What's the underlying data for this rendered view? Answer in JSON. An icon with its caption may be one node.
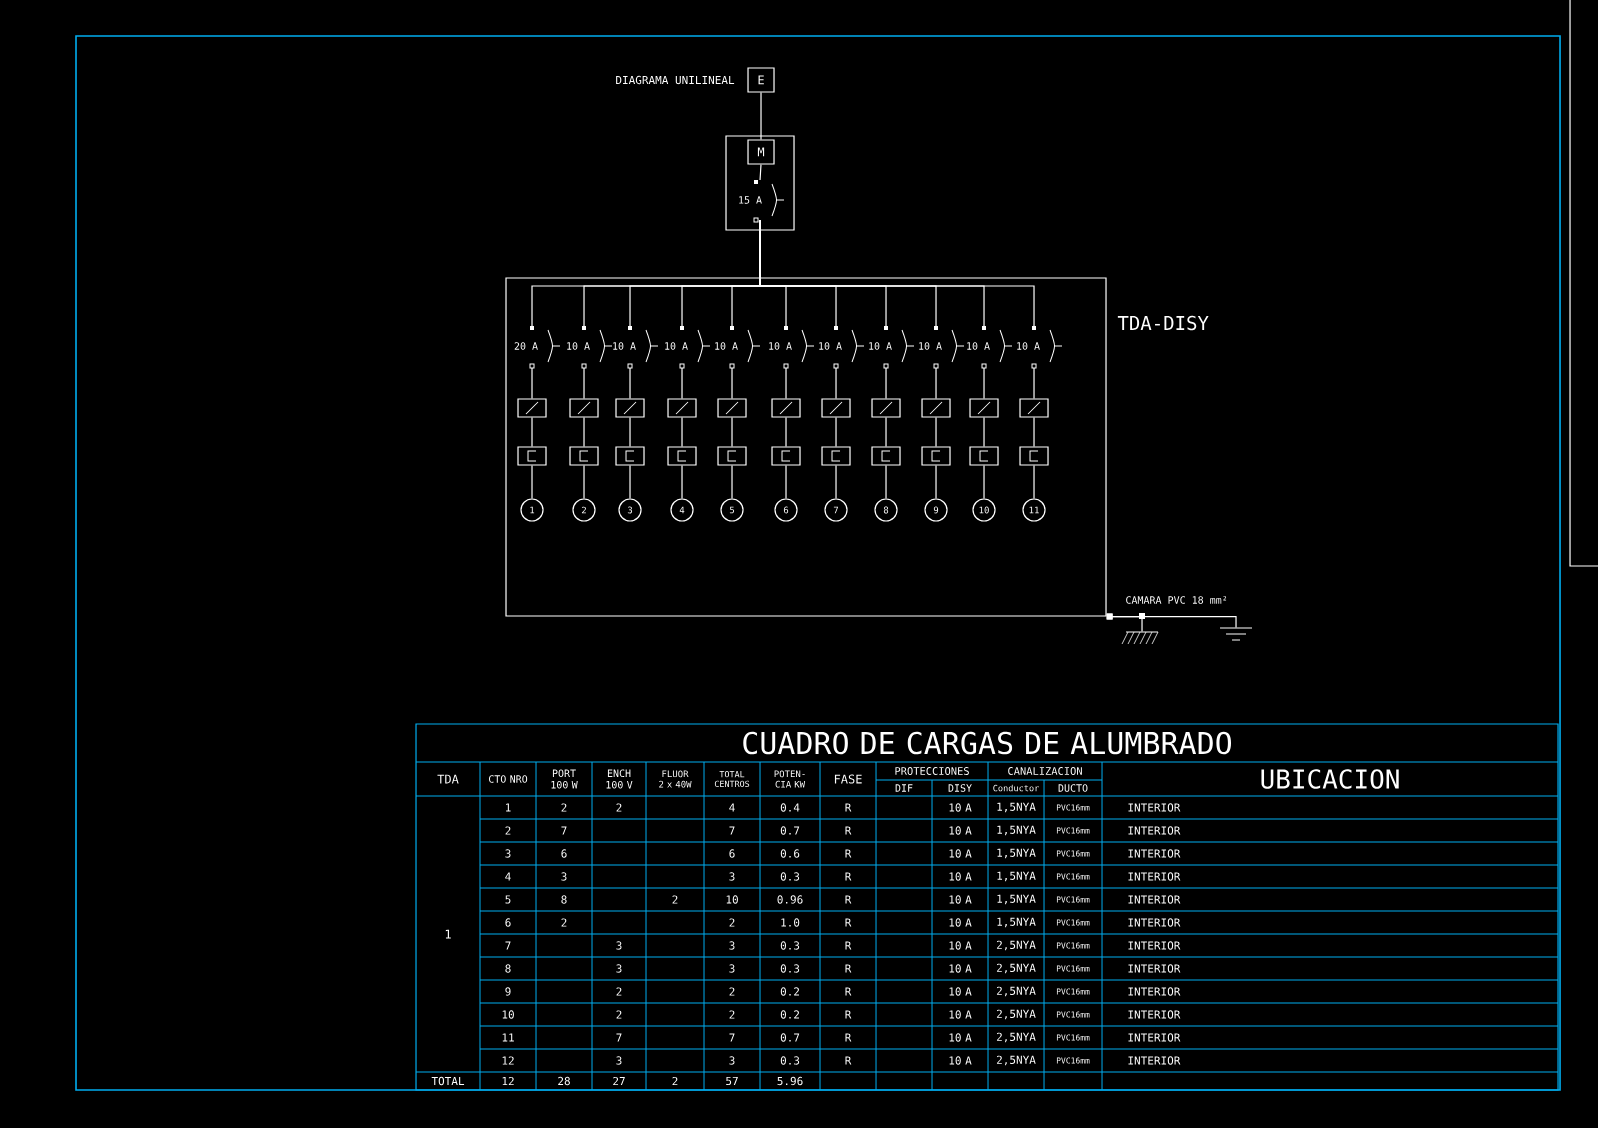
{
  "diagram": {
    "title": "DIAGRAMA UNILINEAL",
    "nodes": [
      {
        "text": [
          "E"
        ]
      },
      {
        "text": [],
        "shape": "box"
      },
      {
        "text": [
          "M"
        ],
        "in": 1
      },
      {
        "text": [
          "15 A"
        ],
        "in": 1
      },
      {
        "text": [],
        "shape": "box",
        "beside": [
          "TDA-DISY"
        ]
      },
      {
        "text": [
          "20 A"
        ],
        "in": 4
      },
      {
        "text": [],
        "shape": "box",
        "in": 4
      },
      {
        "text": [],
        "shape": "box",
        "in": 4
      },
      {
        "text": [
          "1"
        ],
        "in": 4
      },
      {
        "text": [
          "10 A"
        ],
        "in": 4
      },
      {
        "text": [],
        "shape": "box",
        "in": 4
      },
      {
        "text": [],
        "shape": "box",
        "in": 4
      },
      {
        "text": [
          "2"
        ],
        "in": 4
      },
      {
        "text": [
          "10 A"
        ],
        "in": 4
      },
      {
        "text": [],
        "shape": "box",
        "in": 4
      },
      {
        "text": [],
        "shape": "box",
        "in": 4
      },
      {
        "text": [
          "3"
        ],
        "in": 4
      },
      {
        "text": [
          "10 A"
        ],
        "in": 4
      },
      {
        "text": [],
        "shape": "box",
        "in": 4
      },
      {
        "text": [],
        "shape": "box",
        "in": 4
      },
      {
        "text": [
          "4"
        ],
        "in": 4
      },
      {
        "text": [
          "10 A"
        ],
        "in": 4
      },
      {
        "text": [],
        "shape": "box",
        "in": 4
      },
      {
        "text": [],
        "shape": "box",
        "in": 4
      },
      {
        "text": [
          "5"
        ],
        "in": 4
      },
      {
        "text": [
          "10 A"
        ],
        "in": 4
      },
      {
        "text": [],
        "shape": "box",
        "in": 4
      },
      {
        "text": [],
        "shape": "box",
        "in": 4
      },
      {
        "text": [
          "6"
        ],
        "in": 4
      },
      {
        "text": [
          "10 A"
        ],
        "in": 4
      },
      {
        "text": [],
        "shape": "box",
        "in": 4
      },
      {
        "text": [],
        "shape": "box",
        "in": 4
      },
      {
        "text": [
          "7"
        ],
        "in": 4
      },
      {
        "text": [
          "10 A"
        ],
        "in": 4
      },
      {
        "text": [],
        "shape": "box",
        "in": 4
      },
      {
        "text": [],
        "shape": "box",
        "in": 4
      },
      {
        "text": [
          "8"
        ],
        "in": 4
      },
      {
        "text": [
          "10 A"
        ],
        "in": 4
      },
      {
        "text": [],
        "shape": "box",
        "in": 4
      },
      {
        "text": [],
        "shape": "box",
        "in": 4
      },
      {
        "text": [
          "9"
        ],
        "in": 4
      },
      {
        "text": [
          "10 A"
        ],
        "in": 4
      },
      {
        "text": [],
        "shape": "box",
        "in": 4
      },
      {
        "text": [],
        "shape": "box",
        "in": 4
      },
      {
        "text": [
          "10"
        ],
        "in": 4
      },
      {
        "text": [
          "10 A"
        ],
        "in": 4
      },
      {
        "text": [],
        "shape": "box",
        "in": 4
      },
      {
        "text": [],
        "shape": "box",
        "in": 4
      },
      {
        "text": [
          "11"
        ],
        "in": 4
      },
      {
        "text": [],
        "shape": "ground"
      },
      {
        "text": [],
        "shape": "ground"
      }
    ],
    "edges": [
      {
        "from": 0,
        "to": 2,
        "arrow": "none"
      },
      {
        "from": 2,
        "to": 3,
        "arrow": "none"
      },
      {
        "from": 3,
        "to": 5,
        "arrow": "none"
      },
      {
        "from": 3,
        "to": 9,
        "arrow": "none"
      },
      {
        "from": 3,
        "to": 13,
        "arrow": "none"
      },
      {
        "from": 3,
        "to": 17,
        "arrow": "none"
      },
      {
        "from": 3,
        "to": 21,
        "arrow": "none"
      },
      {
        "from": 3,
        "to": 25,
        "arrow": "none"
      },
      {
        "from": 3,
        "to": 29,
        "arrow": "none"
      },
      {
        "from": 3,
        "to": 33,
        "arrow": "none"
      },
      {
        "from": 3,
        "to": 37,
        "arrow": "none"
      },
      {
        "from": 3,
        "to": 41,
        "arrow": "none"
      },
      {
        "from": 3,
        "to": 45,
        "arrow": "none"
      },
      {
        "from": 5,
        "to": 6,
        "arrow": "none"
      },
      {
        "from": 6,
        "to": 7,
        "arrow": "none"
      },
      {
        "from": 7,
        "to": 8,
        "arrow": "none"
      },
      {
        "from": 9,
        "to": 10,
        "arrow": "none"
      },
      {
        "from": 10,
        "to": 11,
        "arrow": "none"
      },
      {
        "from": 11,
        "to": 12,
        "arrow": "none"
      },
      {
        "from": 13,
        "to": 14,
        "arrow": "none"
      },
      {
        "from": 14,
        "to": 15,
        "arrow": "none"
      },
      {
        "from": 15,
        "to": 16,
        "arrow": "none"
      },
      {
        "from": 17,
        "to": 18,
        "arrow": "none"
      },
      {
        "from": 18,
        "to": 19,
        "arrow": "none"
      },
      {
        "from": 19,
        "to": 20,
        "arrow": "none"
      },
      {
        "from": 21,
        "to": 22,
        "arrow": "none"
      },
      {
        "from": 22,
        "to": 23,
        "arrow": "none"
      },
      {
        "from": 23,
        "to": 24,
        "arrow": "none"
      },
      {
        "from": 25,
        "to": 26,
        "arrow": "none"
      },
      {
        "from": 26,
        "to": 27,
        "arrow": "none"
      },
      {
        "from": 27,
        "to": 28,
        "arrow": "none"
      },
      {
        "from": 29,
        "to": 30,
        "arrow": "none"
      },
      {
        "from": 30,
        "to": 31,
        "arrow": "none"
      },
      {
        "from": 31,
        "to": 32,
        "arrow": "none"
      },
      {
        "from": 33,
        "to": 34,
        "arrow": "none"
      },
      {
        "from": 34,
        "to": 35,
        "arrow": "none"
      },
      {
        "from": 35,
        "to": 36,
        "arrow": "none"
      },
      {
        "from": 37,
        "to": 38,
        "arrow": "none"
      },
      {
        "from": 38,
        "to": 39,
        "arrow": "none"
      },
      {
        "from": 39,
        "to": 40,
        "arrow": "none"
      },
      {
        "from": 41,
        "to": 42,
        "arrow": "none"
      },
      {
        "from": 42,
        "to": 43,
        "arrow": "none"
      },
      {
        "from": 43,
        "to": 44,
        "arrow": "none"
      },
      {
        "from": 45,
        "to": 46,
        "arrow": "none"
      },
      {
        "from": 46,
        "to": 47,
        "arrow": "none"
      },
      {
        "from": 47,
        "to": 48,
        "arrow": "none"
      },
      {
        "from": 4,
        "to": 49,
        "arrow": "other"
      },
      {
        "from": 4,
        "to": 50,
        "arrow": "other"
      }
    ],
    "labels": [
      "CAMARA PVC 18 mm²",
      "CUADRO DE CARGAS DE ALUMBRADO",
      "TDA",
      "CTO NRO",
      "PORT 100 W",
      "ENCH 100 V",
      "FLUOR 2 x 40W",
      "TOTAL CENTROS",
      "POTEN-CIA KW",
      "FASE",
      "PROTECCIONES",
      "CANALIZACION",
      "UBICACION",
      "DIF",
      "DISY",
      "Conductor",
      "DUCTO",
      "1",
      "1",
      "2",
      "2",
      "4",
      "0.4",
      "R",
      "10 A",
      "1,5NYA",
      "PVC16mm",
      "INTERIOR",
      "2",
      "7",
      "7",
      "0.7",
      "R",
      "10 A",
      "1,5NYA",
      "PVC16mm",
      "INTERIOR",
      "3",
      "6",
      "6",
      "0.6",
      "R",
      "10 A",
      "1,5NYA",
      "PVC16mm",
      "INTERIOR",
      "4",
      "3",
      "3",
      "0.3",
      "R",
      "10 A",
      "1,5NYA",
      "PVC16mm",
      "INTERIOR",
      "5",
      "8",
      "2",
      "10",
      "0.96",
      "R",
      "10 A",
      "1,5NYA",
      "PVC16mm",
      "INTERIOR",
      "6",
      "2",
      "2",
      "1.0",
      "R",
      "10 A",
      "1,5NYA",
      "PVC16mm",
      "INTERIOR",
      "7",
      "3",
      "3",
      "0.3",
      "R",
      "10 A",
      "2,5NYA",
      "PVC16mm",
      "INTERIOR",
      "8",
      "3",
      "3",
      "0.3",
      "R",
      "10 A",
      "2,5NYA",
      "PVC16mm",
      "INTERIOR",
      "9",
      "2",
      "2",
      "0.2",
      "R",
      "10 A",
      "2,5NYA",
      "PVC16mm",
      "INTERIOR",
      "10",
      "2",
      "2",
      "0.2",
      "R",
      "10 A",
      "2,5NYA",
      "PVC16mm",
      "INTERIOR",
      "11",
      "7",
      "7",
      "0.7",
      "R",
      "10 A",
      "2,5NYA",
      "PVC16mm",
      "INTERIOR",
      "12",
      "3",
      "3",
      "0.3",
      "R",
      "10 A",
      "2,5NYA",
      "PVC16mm",
      "INTERIOR",
      "TOTAL",
      "12",
      "28",
      "27",
      "2",
      "57",
      "5.96"
    ]
  }
}
